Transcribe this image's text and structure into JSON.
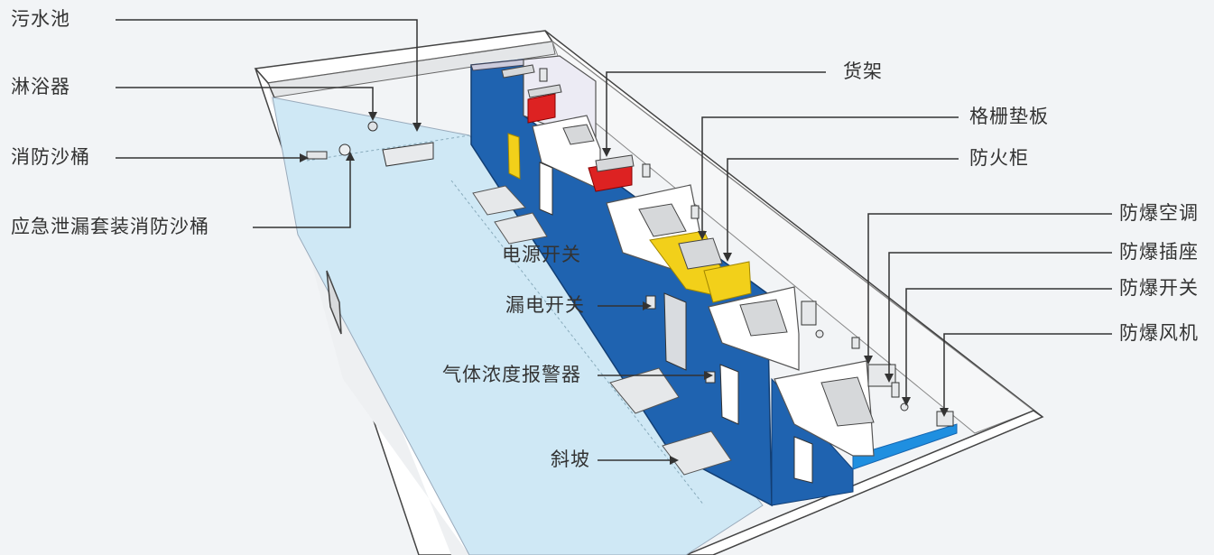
{
  "labels": {
    "sewage_pool": "污水池",
    "shower": "淋浴器",
    "fire_sand_bucket": "消防沙桶",
    "spill_kit_sand_bucket": "应急泄漏套装消防沙桶",
    "shelf": "货架",
    "grating_pad": "格栅垫板",
    "fireproof_cabinet": "防火柜",
    "power_switch": "电源开关",
    "leakage_switch": "漏电开关",
    "gas_alarm": "气体浓度报警器",
    "ramp": "斜坡",
    "ex_aircon": "防爆空调",
    "ex_socket": "防爆插座",
    "ex_switch": "防爆开关",
    "ex_fan": "防爆风机"
  },
  "colors": {
    "wall_blue": "#1f63b0",
    "floor": "#cfe8f5",
    "cabinet_red": "#dd2222",
    "cabinet_yellow": "#f2d01a",
    "strip_blue": "#1f8fe0",
    "leader_line": "#333333"
  }
}
